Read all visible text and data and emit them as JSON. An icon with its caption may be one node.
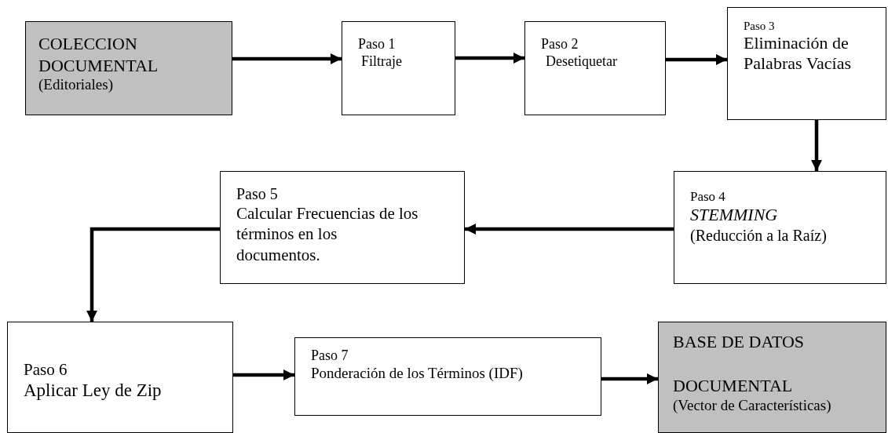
{
  "diagram": {
    "nodes": [
      {
        "text": [
          "COLECCION DOCUMENTAL",
          "(Editoriales)"
        ]
      },
      {
        "text": [
          "Paso 1",
          "Filtraje"
        ]
      },
      {
        "text": [
          "Paso 2",
          "Desetiquetar"
        ]
      },
      {
        "text": [
          "Paso 3",
          "Eliminación de Palabras Vacías"
        ]
      },
      {
        "text": [
          "Paso 4",
          "STEMMING",
          "(Reducción a la Raíz)"
        ]
      },
      {
        "text": [
          "Paso 5",
          "Calcular  Frecuencias de los términos en los documentos."
        ]
      },
      {
        "text": [
          "Paso 6",
          "Aplicar Ley de Zip"
        ]
      },
      {
        "text": [
          "Paso 7",
          "Ponderación de los Términos (IDF)"
        ]
      },
      {
        "text": [
          "BASE DE DATOS",
          "DOCUMENTAL",
          "(Vector de Características)"
        ]
      }
    ],
    "edges": [
      {
        "from": 0,
        "to": 1,
        "arrow": "to"
      },
      {
        "from": 1,
        "to": 2,
        "arrow": "to"
      },
      {
        "from": 2,
        "to": 3,
        "arrow": "to"
      },
      {
        "from": 3,
        "to": 4,
        "arrow": "to"
      },
      {
        "from": 4,
        "to": 5,
        "arrow": "to"
      },
      {
        "from": 5,
        "to": 6,
        "arrow": "to"
      },
      {
        "from": 6,
        "to": 7,
        "arrow": "to"
      },
      {
        "from": 7,
        "to": 8,
        "arrow": "to"
      }
    ]
  }
}
